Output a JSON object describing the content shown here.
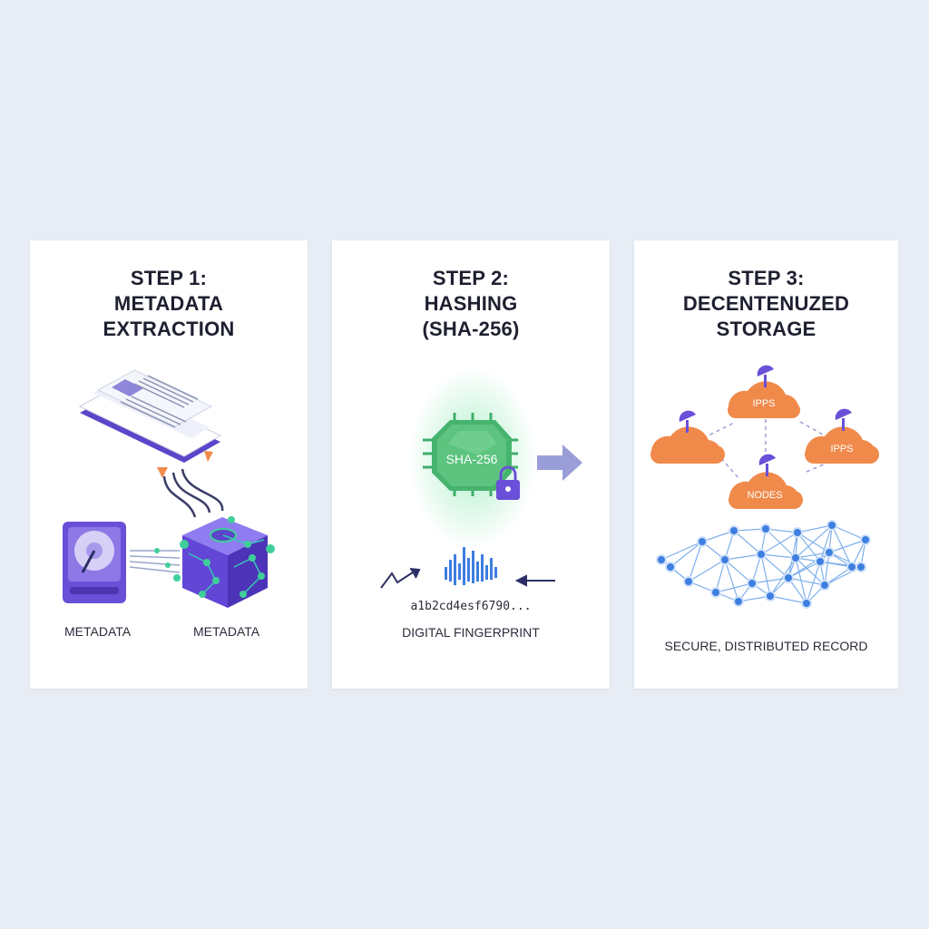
{
  "steps": [
    {
      "title_line1": "STEP 1:",
      "title_line2": "METADATA",
      "title_line3": "EXTRACTION",
      "caption_left": "METADATA",
      "caption_right": "METADATA"
    },
    {
      "title_line1": "STEP 2:",
      "title_line2": "HASHING",
      "title_line3": "(SHA-256)",
      "chip_label": "SHA-256",
      "hash_value": "a1b2cd4esf6790...",
      "caption": "DIGITAL FINGERPRINT"
    },
    {
      "title_line1": "STEP 3:",
      "title_line2": "DECENTENUZED",
      "title_line3": "STORAGE",
      "cloud_labels": [
        "IPPS",
        "IPPS",
        "NODES"
      ],
      "caption": "SECURE, DISTRIBUTED RECORD"
    }
  ],
  "colors": {
    "background": "#e8edf5",
    "purple": "#6a4fd8",
    "green": "#3fae6a",
    "orange": "#f08a4b",
    "blue": "#3d7ee0",
    "navy": "#2c2f66"
  },
  "icons": [
    "document-icon",
    "hard-drive-icon",
    "data-cube-icon",
    "chip-icon",
    "lock-icon",
    "satellite-dish-icon",
    "cloud-icon",
    "network-icon",
    "arrow-right-icon"
  ]
}
